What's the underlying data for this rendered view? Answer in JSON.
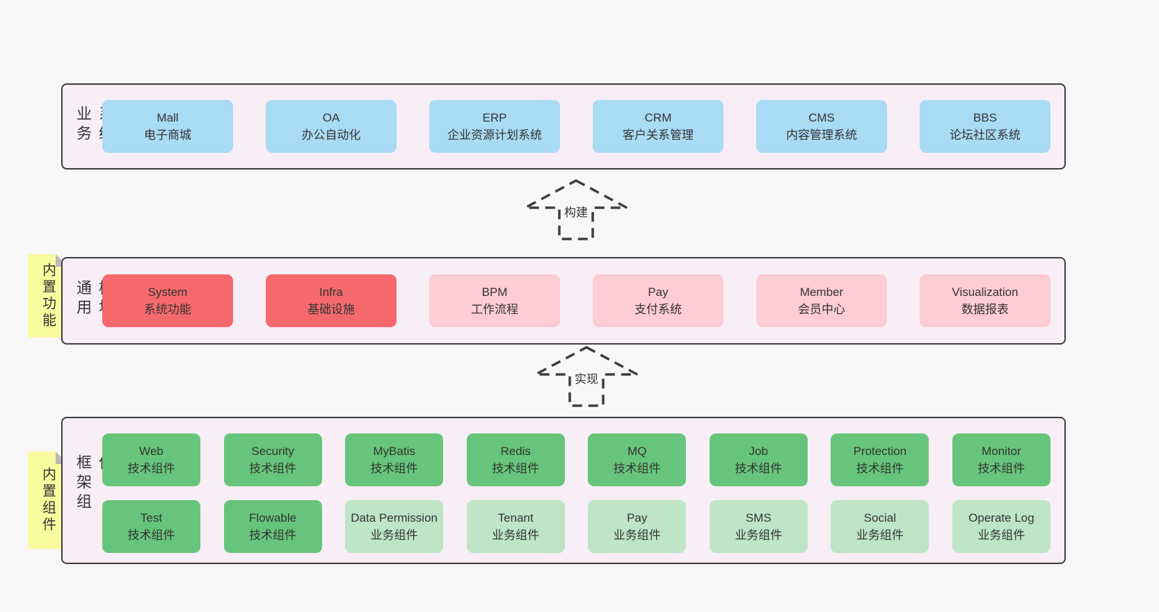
{
  "colors": {
    "page-bg": "#f7f7f7",
    "band-bg": "#f8eef6",
    "band-border": "#3d3d3d",
    "blue": "#a9dbf4",
    "red": "#f5696d",
    "pink": "#fdccd5",
    "green": "#66c57b",
    "light-green": "#bee5c5",
    "yellow": "#fafa9e",
    "fold-gray": "#b9b9bd",
    "text": "#333333"
  },
  "arrows": [
    {
      "label": "构建"
    },
    {
      "label": "实现"
    }
  ],
  "bands": [
    {
      "label": "业务系统",
      "boxes": [
        {
          "title": "Mall",
          "subtitle": "电子商城",
          "color": "blue"
        },
        {
          "title": "OA",
          "subtitle": "办公自动化",
          "color": "blue"
        },
        {
          "title": "ERP",
          "subtitle": "企业资源计划系统",
          "color": "blue"
        },
        {
          "title": "CRM",
          "subtitle": "客户关系管理",
          "color": "blue"
        },
        {
          "title": "CMS",
          "subtitle": "内容管理系统",
          "color": "blue"
        },
        {
          "title": "BBS",
          "subtitle": "论坛社区系统",
          "color": "blue"
        }
      ]
    },
    {
      "label": "通用模块",
      "sticky": "内置功能",
      "boxes": [
        {
          "title": "System",
          "subtitle": "系统功能",
          "color": "red"
        },
        {
          "title": "Infra",
          "subtitle": "基础设施",
          "color": "red"
        },
        {
          "title": "BPM",
          "subtitle": "工作流程",
          "color": "pink"
        },
        {
          "title": "Pay",
          "subtitle": "支付系统",
          "color": "pink"
        },
        {
          "title": "Member",
          "subtitle": "会员中心",
          "color": "pink"
        },
        {
          "title": "Visualization",
          "subtitle": "数据报表",
          "color": "pink"
        }
      ]
    },
    {
      "label": "框架组件",
      "sticky": "内置组件",
      "rows": [
        [
          {
            "title": "Web",
            "subtitle": "技术组件",
            "color": "green"
          },
          {
            "title": "Security",
            "subtitle": "技术组件",
            "color": "green"
          },
          {
            "title": "MyBatis",
            "subtitle": "技术组件",
            "color": "green"
          },
          {
            "title": "Redis",
            "subtitle": "技术组件",
            "color": "green"
          },
          {
            "title": "MQ",
            "subtitle": "技术组件",
            "color": "green"
          },
          {
            "title": "Job",
            "subtitle": "技术组件",
            "color": "green"
          },
          {
            "title": "Protection",
            "subtitle": "技术组件",
            "color": "green"
          },
          {
            "title": "Monitor",
            "subtitle": "技术组件",
            "color": "green"
          }
        ],
        [
          {
            "title": "Test",
            "subtitle": "技术组件",
            "color": "green"
          },
          {
            "title": "Flowable",
            "subtitle": "技术组件",
            "color": "green"
          },
          {
            "title": "Data Permission",
            "subtitle": "业务组件",
            "color": "light-green"
          },
          {
            "title": "Tenant",
            "subtitle": "业务组件",
            "color": "light-green"
          },
          {
            "title": "Pay",
            "subtitle": "业务组件",
            "color": "light-green"
          },
          {
            "title": "SMS",
            "subtitle": "业务组件",
            "color": "light-green"
          },
          {
            "title": "Social",
            "subtitle": "业务组件",
            "color": "light-green"
          },
          {
            "title": "Operate Log",
            "subtitle": "业务组件",
            "color": "light-green"
          }
        ]
      ]
    }
  ]
}
